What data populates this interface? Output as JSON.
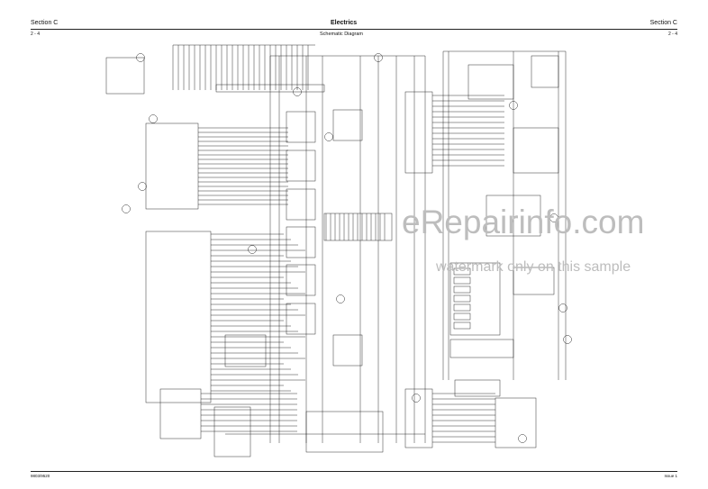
{
  "header": {
    "section_left": "Section C",
    "section_right": "Section C",
    "title": "Electrics",
    "subtitle": "Schematic Diagram",
    "page_left": "2 - 4",
    "page_right": "2 - 4"
  },
  "watermark": {
    "site": "eRepairinfo.com",
    "note": "watermark only on this sample"
  },
  "footer": {
    "doc_code": "9803/9520",
    "issue": "Issue 1"
  },
  "colors": {
    "line": "#1a1a1a",
    "watermark": "#bdbdbd"
  }
}
